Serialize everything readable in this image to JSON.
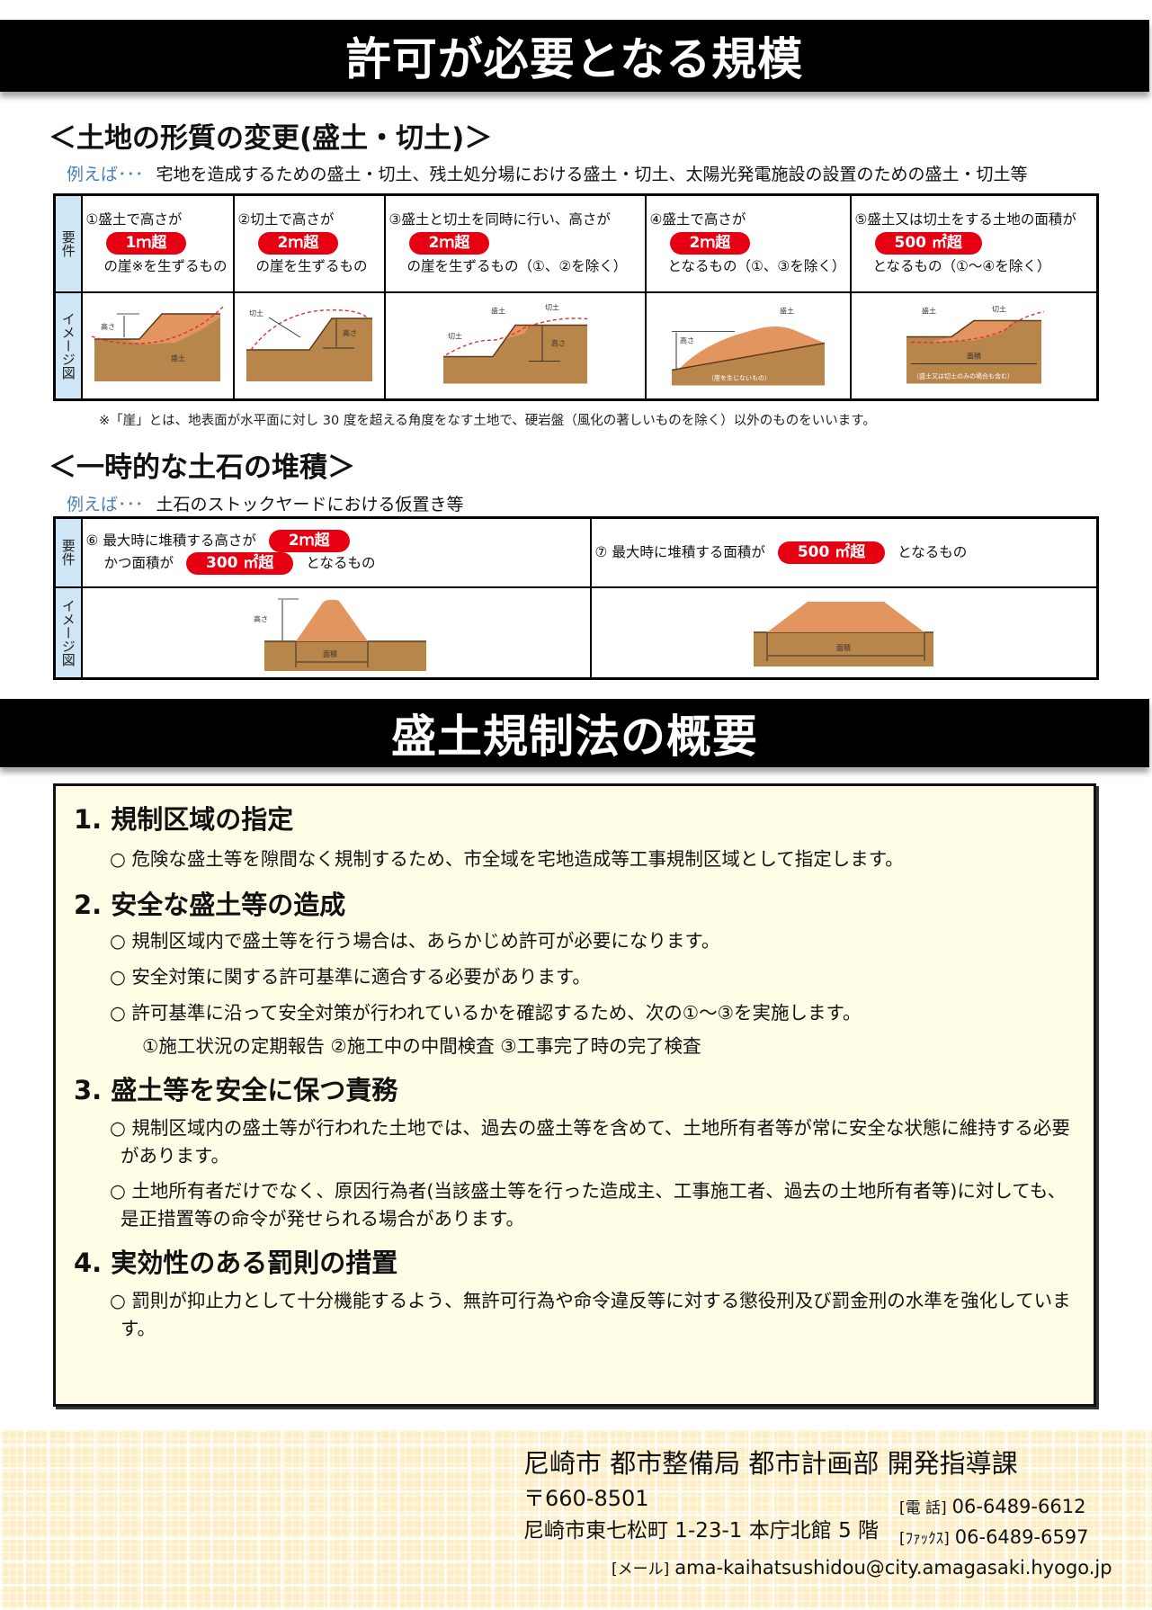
{
  "section1": {
    "title": "許可が必要となる規模",
    "subsection_a": {
      "heading": "＜土地の形質の変更(盛土・切土)＞",
      "example_label": "例えば･･･",
      "example_text": "宅地を造成するための盛土・切土、残土処分場における盛土・切土、太陽光発電施設の設置のための盛土・切土等",
      "row_labels": {
        "requirements": "要件",
        "image": "イメージ図"
      },
      "columns": [
        {
          "line1": "①盛土で高さが",
          "pill": "1ｍ超",
          "line2": "の崖※を生ずるもの",
          "diagram_labels": [
            "高さ",
            "盛土"
          ]
        },
        {
          "line1": "②切土で高さが",
          "pill": "2ｍ超",
          "line2": "の崖を生ずるもの",
          "diagram_labels": [
            "切土",
            "高さ"
          ]
        },
        {
          "line1": "③盛土と切土を同時に行い、高さが",
          "pill": "2ｍ超",
          "line2": "の崖を生ずるもの（①、②を除く）",
          "diagram_labels": [
            "盛土",
            "切土",
            "切土",
            "高さ"
          ]
        },
        {
          "line1": "④盛土で高さが",
          "pill": "2ｍ超",
          "line2": "となるもの（①、③を除く）",
          "diagram_labels": [
            "盛土",
            "高さ",
            "（崖を生じないもの）"
          ]
        },
        {
          "line1": "⑤盛土又は切土をする土地の面積が",
          "pill": "500 ㎡超",
          "line2": "となるもの（①～④を除く）",
          "diagram_labels": [
            "盛土",
            "切土",
            "面積",
            "（盛土又は切土のみの場合も含む）"
          ]
        }
      ],
      "footnote": "※「崖」とは、地表面が水平面に対し 30 度を超える角度をなす土地で、硬岩盤（風化の著しいものを除く）以外のものをいいます。"
    },
    "subsection_b": {
      "heading": "＜一時的な土石の堆積＞",
      "example_label": "例えば･･･",
      "example_text": "土石のストックヤードにおける仮置き等",
      "row_labels": {
        "requirements": "要件",
        "image": "イメージ図"
      },
      "columns": [
        {
          "line1": "⑥ 最大時に堆積する高さが",
          "pill1": "2ｍ超",
          "line2_prefix": "かつ面積が",
          "pill2": "300 ㎡超",
          "line2_suffix": "となるもの",
          "diagram_labels": [
            "高さ",
            "面積"
          ]
        },
        {
          "line1": "⑦ 最大時に堆積する面積が",
          "pill": "500 ㎡超",
          "suffix": "となるもの",
          "diagram_labels": [
            "面積"
          ]
        }
      ]
    }
  },
  "section2": {
    "title": "盛土規制法の概要",
    "items": [
      {
        "heading": "1. 規制区域の指定",
        "bullets": [
          "○  危険な盛土等を隙間なく規制するため、市全域を宅地造成等工事規制区域として指定します。"
        ]
      },
      {
        "heading": "2. 安全な盛土等の造成",
        "bullets": [
          "○ 規制区域内で盛土等を行う場合は、あらかじめ許可が必要になります。",
          "○ 安全対策に関する許可基準に適合する必要があります。",
          "○ 許可基準に沿って安全対策が行われているかを確認するため、次の①～③を実施します。"
        ],
        "sub_items": "①施工状況の定期報告  ②施工中の中間検査  ③工事完了時の完了検査"
      },
      {
        "heading": "3. 盛土等を安全に保つ責務",
        "bullets": [
          "○  規制区域内の盛土等が行われた土地では、過去の盛土等を含めて、土地所有者等が常に安全な状態に維持する必要があります。",
          "○  土地所有者だけでなく、原因行為者(当該盛土等を行った造成主、工事施工者、過去の土地所有者等)に対しても、是正措置等の命令が発せられる場合があります。"
        ]
      },
      {
        "heading": "4. 実効性のある罰則の措置",
        "bullets": [
          "○ 罰則が抑止力として十分機能するよう、無許可行為や命令違反等に対する懲役刑及び罰金刑の水準を強化しています。"
        ]
      }
    ]
  },
  "footer": {
    "department": "尼崎市  都市整備局  都市計画部  開発指導課",
    "postal_code": "〒660-8501",
    "address": "尼崎市東七松町 1-23-1 本庁北館 5 階",
    "tel_label": "[電 話]",
    "tel": "06-6489-6612",
    "fax_label": "[ﾌｧｯｸｽ]",
    "fax": "06-6489-6597",
    "mail_label": "[メール]",
    "mail": "ama-kaihatsushidou@city.amagasaki.hyogo.jp"
  },
  "colors": {
    "title_bar": "#000000",
    "pill_red": "#e60012",
    "side_column_blue": "#cfe6f7",
    "example_label_blue": "#4a7fb5",
    "ground_brown": "#b8864b",
    "fill_orange": "#e2955f",
    "outline_box_bg": "#fffde6",
    "footer_bg": "#fdeec6"
  }
}
